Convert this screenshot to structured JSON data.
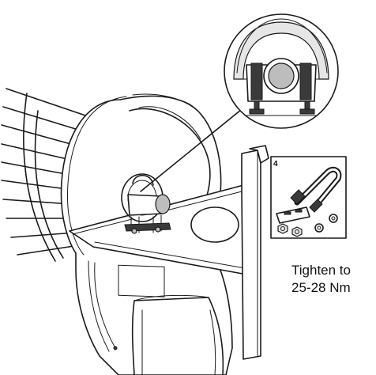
{
  "callout_box": {
    "step_number": "4"
  },
  "instruction": {
    "line1": "Tighten to",
    "line2": "25-28 Nm"
  }
}
